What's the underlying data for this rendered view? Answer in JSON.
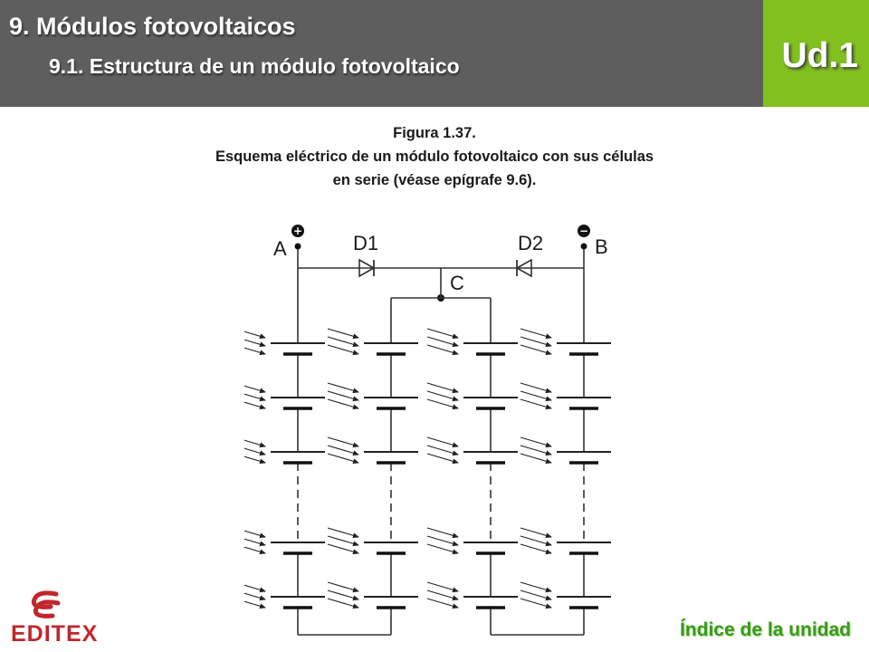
{
  "header": {
    "title": "9. Módulos fotovoltaicos",
    "subtitle": "9.1. Estructura de un módulo fotovoltaico",
    "unit_label": "Ud.1",
    "bg_color": "#5e5e5e",
    "accent_color": "#82c01f"
  },
  "figure": {
    "number": "Figura 1.37.",
    "caption_line1": "Esquema eléctrico de un módulo fotovoltaico con sus células",
    "caption_line2": "en serie (véase epígrafe 9.6)."
  },
  "diagram": {
    "terminal_a": "A",
    "terminal_b": "B",
    "terminal_c": "C",
    "diode_1": "D1",
    "diode_2": "D2",
    "plus_sign": "+",
    "minus_sign": "−"
  },
  "footer": {
    "logo_text": "EDITEX",
    "index_link": "Índice de la unidad"
  }
}
